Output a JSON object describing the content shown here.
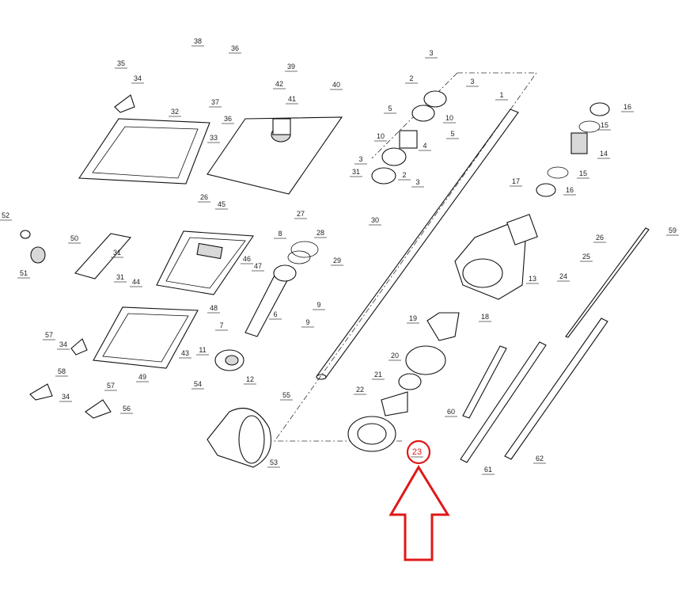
{
  "colors": {
    "line": "#111111",
    "highlight": "#e01818",
    "background": "#ffffff"
  },
  "highlighted_part": "23",
  "callouts": [
    "1",
    "2",
    "2",
    "3",
    "3",
    "3",
    "3",
    "4",
    "5",
    "5",
    "6",
    "7",
    "8",
    "9",
    "9",
    "10",
    "10",
    "11",
    "12",
    "13",
    "14",
    "15",
    "15",
    "16",
    "16",
    "17",
    "18",
    "19",
    "20",
    "21",
    "22",
    "23",
    "24",
    "25",
    "26",
    "26",
    "27",
    "28",
    "29",
    "30",
    "31",
    "31",
    "31",
    "32",
    "33",
    "34",
    "34",
    "34",
    "35",
    "36",
    "36",
    "37",
    "38",
    "39",
    "40",
    "41",
    "42",
    "43",
    "44",
    "45",
    "46",
    "47",
    "48",
    "49",
    "50",
    "51",
    "52",
    "53",
    "54",
    "55",
    "56",
    "57",
    "57",
    "58",
    "59",
    "60",
    "61",
    "62"
  ]
}
